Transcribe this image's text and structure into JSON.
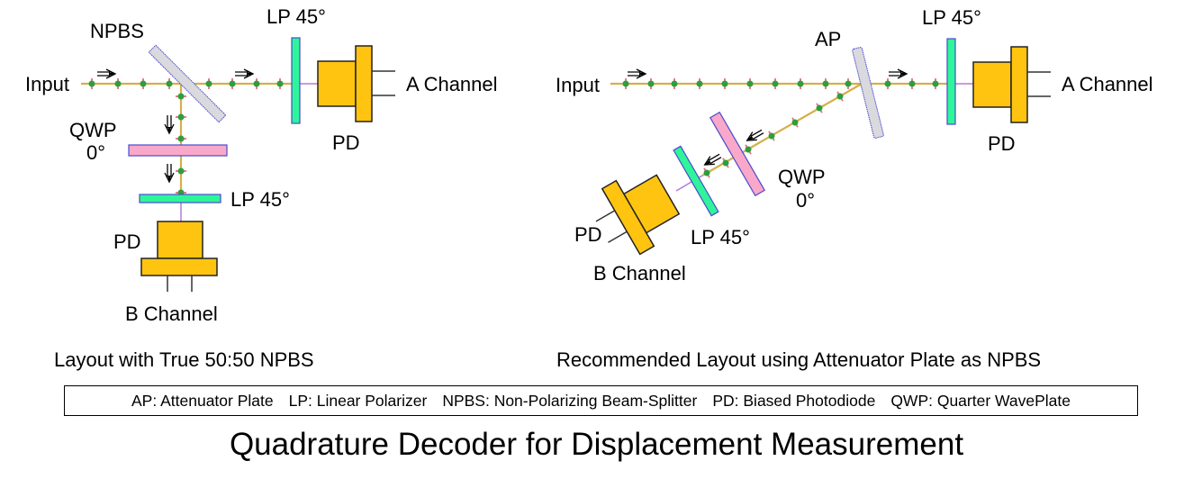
{
  "colors": {
    "beam": "#d4b04a",
    "beam_after_polarizer": "#b57ad8",
    "polarization_dot": "#2e9e3e",
    "polarization_tick": "#e8707a",
    "npbs_fill": "#d9d9de",
    "element_outline": "#4a4ad0",
    "qwp_fill": "#f9a8c9",
    "lp_fill": "#2ff59a",
    "pd_fill": "#fec410",
    "pd_outline": "#222222"
  },
  "left_layout": {
    "caption": "Layout with True 50:50 NPBS",
    "labels": {
      "input": "Input",
      "npbs": "NPBS",
      "lp_a": "LP 45°",
      "pd_a": "PD",
      "channel_a": "A Channel",
      "qwp": "QWP",
      "qwp_angle": "0°",
      "lp_b": "LP 45°",
      "pd_b": "PD",
      "channel_b": "B Channel"
    }
  },
  "right_layout": {
    "caption": "Recommended Layout using Attenuator Plate as NPBS",
    "labels": {
      "input": "Input",
      "ap": "AP",
      "lp_a": "LP 45°",
      "pd_a": "PD",
      "channel_a": "A Channel",
      "qwp": "QWP",
      "qwp_angle": "0°",
      "lp_b": "LP 45°",
      "pd_b": "PD",
      "channel_b": "B Channel"
    }
  },
  "legend": [
    "AP: Attenuator Plate",
    "LP: Linear Polarizer",
    "NPBS: Non-Polarizing Beam-Splitter",
    "PD: Biased Photodiode",
    "QWP: Quarter WavePlate"
  ],
  "title": "Quadrature Decoder for Displacement Measurement"
}
